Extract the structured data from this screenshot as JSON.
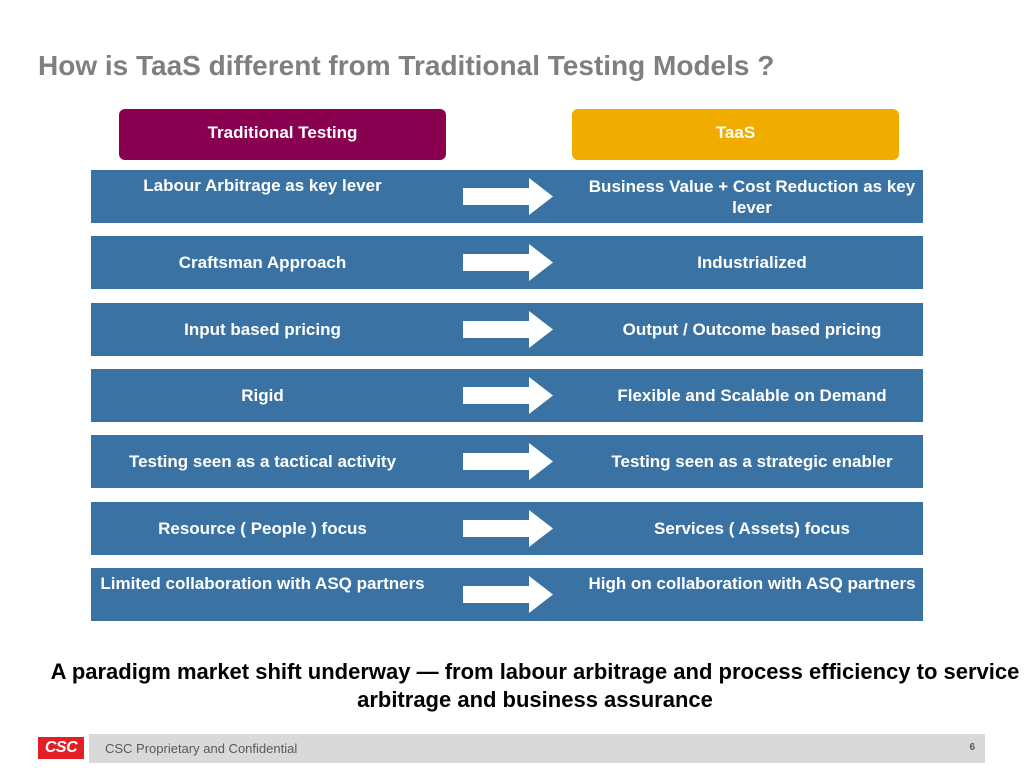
{
  "slide": {
    "title": "How is TaaS different from Traditional Testing Models ?",
    "headers": {
      "left": "Traditional Testing",
      "right": "TaaS",
      "left_color": "#8a0050",
      "right_color": "#f0ad00"
    },
    "rows": [
      {
        "left": "Labour Arbitrage  as key lever",
        "right": "Business Value + Cost Reduction as key lever"
      },
      {
        "left": "Craftsman Approach",
        "right": "Industrialized"
      },
      {
        "left": "Input based pricing",
        "right": "Output / Outcome based pricing"
      },
      {
        "left": "Rigid",
        "right": "Flexible and Scalable on Demand"
      },
      {
        "left": "Testing seen as a tactical activity",
        "right": "Testing seen as a strategic enabler"
      },
      {
        "left": "Resource ( People ) focus",
        "right": "Services ( Assets) focus"
      },
      {
        "left": "Limited collaboration with ASQ partners",
        "right": "High on collaboration with ASQ partners"
      }
    ],
    "row_color": "#3a73a3",
    "tagline": "A paradigm market shift underway — from labour arbitrage and process efficiency to service arbitrage and business assurance",
    "footer": {
      "logo": "CSC",
      "logo_color": "#e31f26",
      "text": "CSC Proprietary and Confidential",
      "page_number": "6"
    }
  }
}
